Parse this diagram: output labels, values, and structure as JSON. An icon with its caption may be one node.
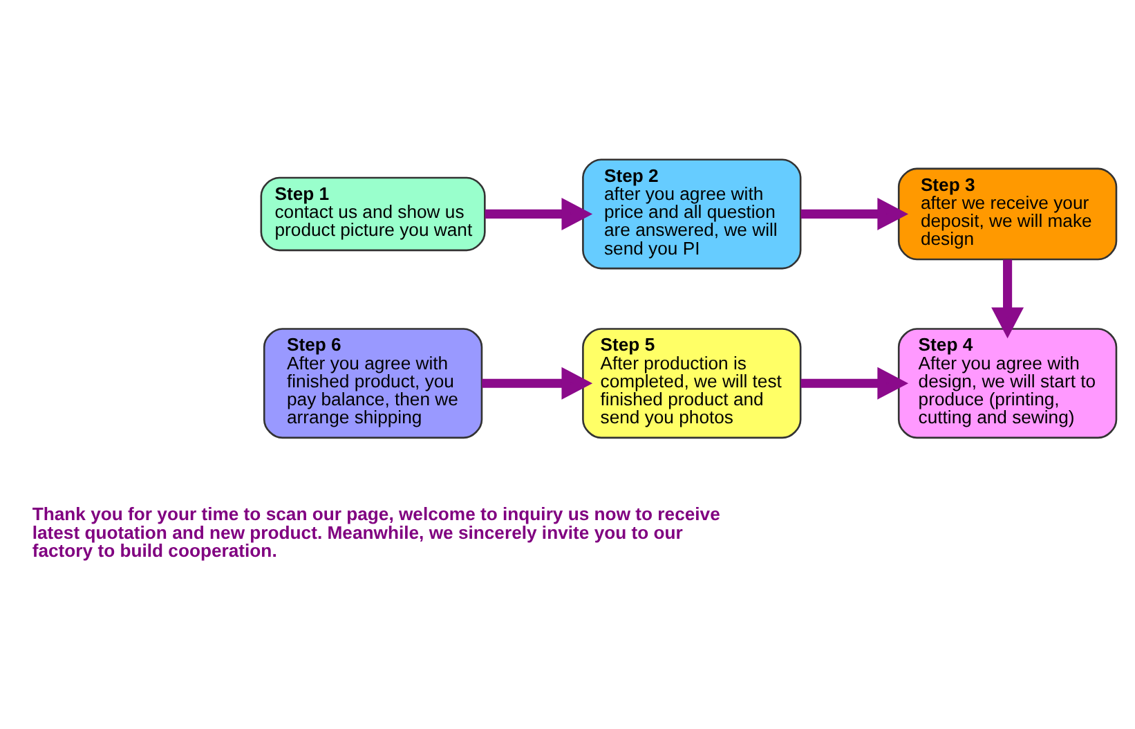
{
  "diagram": {
    "nodes": [
      {
        "text": [
          "Step 1",
          "contact us and show us product picture you want"
        ]
      },
      {
        "text": [
          "Step 2",
          "after you agree with price and all question are answered, we will send you PI"
        ]
      },
      {
        "text": [
          "Step 3",
          "after we receive your deposit, we will make design"
        ]
      },
      {
        "text": [
          "Step 6",
          "After you agree with finished product, you pay balance, then we arrange shipping"
        ]
      },
      {
        "text": [
          "Step 5",
          "After production is completed, we will test finished product and send you photos"
        ]
      },
      {
        "text": [
          "Step 4",
          "After you agree with design, we will start to produce (printing, cutting and sewing)"
        ]
      }
    ],
    "edges": [
      {
        "from": 0,
        "to": 1,
        "arrow": "to"
      },
      {
        "from": 1,
        "to": 2,
        "arrow": "to"
      },
      {
        "from": 2,
        "to": 5,
        "arrow": "to"
      },
      {
        "from": 3,
        "to": 4,
        "arrow": "to"
      },
      {
        "from": 4,
        "to": 5,
        "arrow": "to"
      }
    ],
    "labels": [
      "Thank you for your time to scan our page, welcome to inquiry us now to receive latest quotation and new product. Meanwhile, we sincerely invite you to our factory to build cooperation."
    ]
  }
}
